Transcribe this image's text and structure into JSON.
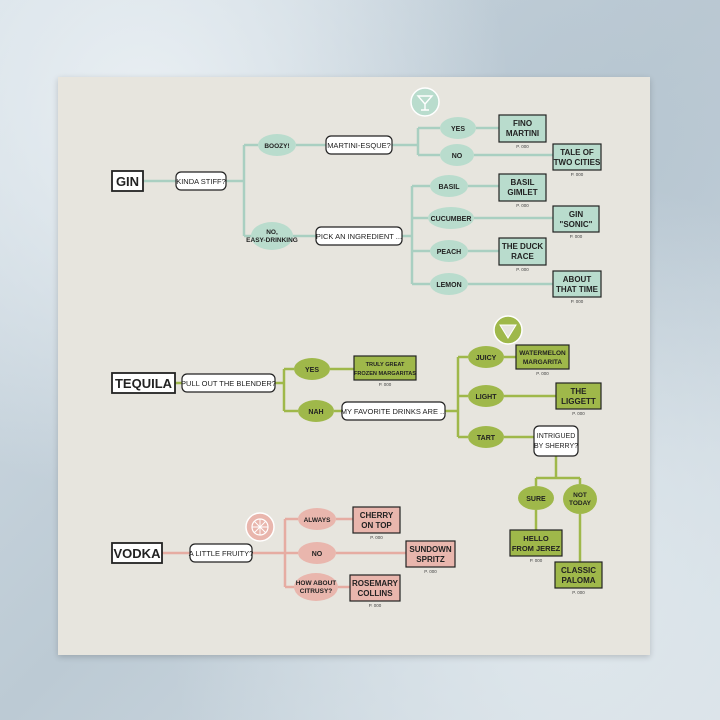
{
  "colors": {
    "gin": "#b9dccd",
    "gin_line": "#a9cfc1",
    "tequila": "#9fb84a",
    "tequila_line": "#9fb84a",
    "vodka": "#e9b6ad",
    "vodka_line": "#e6aca2",
    "ink": "#222222"
  },
  "icons": {
    "gin": "martini-glass-icon",
    "tequila": "watermelon-slice-icon",
    "vodka": "citrus-slice-icon"
  },
  "gin": {
    "label": "GIN",
    "question": "KINDA STIFF?",
    "boozy": "BOOZY!",
    "martini_q": "MARTINI-ESQUE?",
    "yes": "YES",
    "no": "NO",
    "fino": [
      "FINO",
      "MARTINI"
    ],
    "fino_page": "P. 000",
    "tale": [
      "TALE OF",
      "TWO CITIES"
    ],
    "tale_page": "P. 000",
    "easy": [
      "NO,",
      "EASY-DRINKING"
    ],
    "pick": "PICK AN INGREDIENT ...",
    "basil": "BASIL",
    "cucumber": "CUCUMBER",
    "peach": "PEACH",
    "lemon": "LEMON",
    "basil_gimlet": [
      "BASIL",
      "GIMLET"
    ],
    "basil_page": "P. 000",
    "gin_sonic": [
      "GIN",
      "\"SONIC\""
    ],
    "sonic_page": "P. 000",
    "duck": [
      "THE DUCK",
      "RACE"
    ],
    "duck_page": "P. 000",
    "about": [
      "ABOUT",
      "THAT TIME"
    ],
    "about_page": "P. 000"
  },
  "tequila": {
    "label": "TEQUILA",
    "question": "PULL OUT THE BLENDER?",
    "yes": "YES",
    "nah": "NAH",
    "frozen": [
      "TRULY GREAT",
      "FROZEN MARGARITAS"
    ],
    "frozen_page": "P. 000",
    "favorite": "MY FAVORITE DRINKS ARE ...",
    "juicy": "JUICY",
    "light": "LIGHT",
    "tart": "TART",
    "watermelon": [
      "WATERMELON",
      "MARGARITA"
    ],
    "watermelon_page": "P. 000",
    "liggett": [
      "THE",
      "LIGGETT"
    ],
    "liggett_page": "P. 000",
    "sherry_q": [
      "INTRIGUED",
      "BY SHERRY?"
    ],
    "sure": "SURE",
    "not_today": [
      "NOT",
      "TODAY"
    ],
    "jerez": [
      "HELLO",
      "FROM JEREZ"
    ],
    "jerez_page": "P. 000",
    "paloma": [
      "CLASSIC",
      "PALOMA"
    ],
    "paloma_page": "P. 000"
  },
  "vodka": {
    "label": "VODKA",
    "question": "A LITTLE FRUITY?",
    "always": "ALWAYS",
    "no": "NO",
    "citrusy": [
      "HOW ABOUT",
      "CITRUSY?"
    ],
    "cherry": [
      "CHERRY",
      "ON TOP"
    ],
    "cherry_page": "P. 000",
    "sundown": [
      "SUNDOWN",
      "SPRITZ"
    ],
    "sundown_page": "P. 000",
    "rosemary": [
      "ROSEMARY",
      "COLLINS"
    ],
    "rosemary_page": "P. 000"
  }
}
